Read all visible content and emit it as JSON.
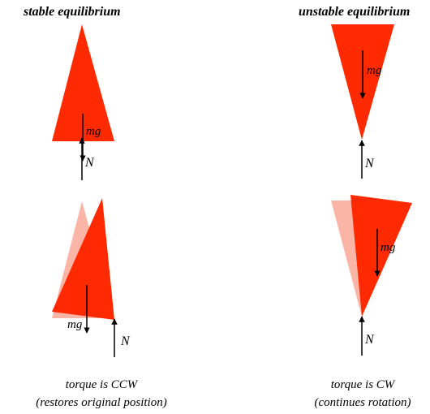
{
  "colors": {
    "body": "#ff2a00",
    "ghost": "#fbb5a6",
    "arrow": "#000000"
  },
  "stable": {
    "title": "stable equilibrium",
    "weight_label": "mg",
    "normal_label": "N",
    "tilted_weight_label": "mg",
    "tilted_normal_label": "N",
    "caption_line1": "torque is CCW",
    "caption_line2": "(restores original position)"
  },
  "unstable": {
    "title": "unstable equilibrium",
    "weight_label": "mg",
    "normal_label": "N",
    "tilted_weight_label": "mg",
    "tilted_normal_label": "N",
    "caption_line1": "torque is CW",
    "caption_line2": "(continues rotation)"
  }
}
